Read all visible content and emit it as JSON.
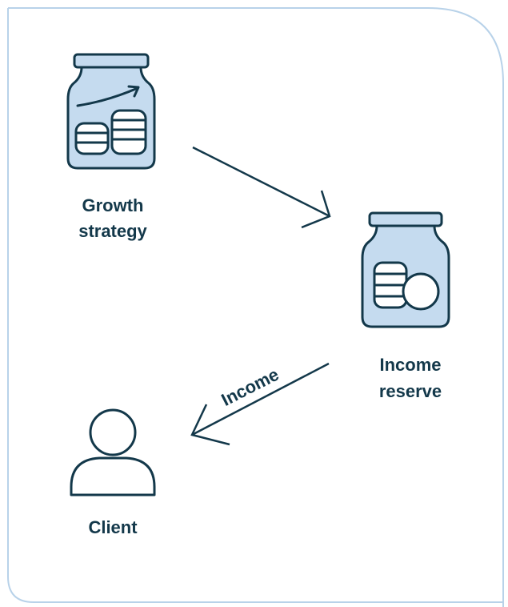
{
  "colors": {
    "stroke": "#13384a",
    "jar_fill": "#c5dbef",
    "frame": "#b8d2e9",
    "background": "#ffffff"
  },
  "nodes": {
    "growth": {
      "label_line1": "Growth",
      "label_line2": "strategy",
      "icon": "jar-with-coins-and-upward-arrow-icon"
    },
    "reserve": {
      "label_line1": "Income",
      "label_line2": "reserve",
      "icon": "jar-with-coins-icon"
    },
    "client": {
      "label": "Client",
      "icon": "person-icon"
    }
  },
  "edges": {
    "growth_to_reserve": {
      "label": ""
    },
    "reserve_to_client": {
      "label": "Income"
    }
  }
}
